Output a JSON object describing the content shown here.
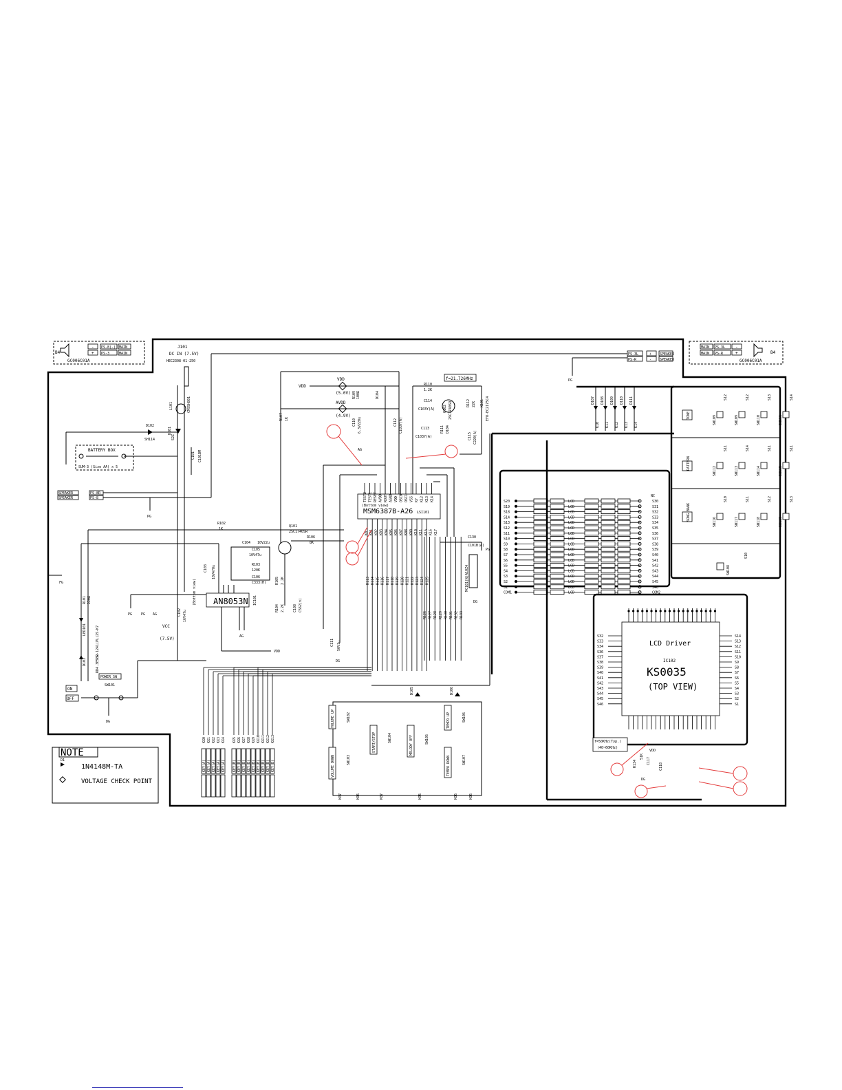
{
  "speakers": {
    "left": {
      "ref": "B4",
      "part": "GC006C01A",
      "terminals": [
        "-",
        "+"
      ],
      "wires": [
        "PS-8(-)",
        "PS-3"
      ],
      "tags": [
        "MAIN",
        "MAIN"
      ]
    },
    "right": {
      "ref": "B4",
      "part": "GC006C01A",
      "terminals": [
        "-",
        "+"
      ],
      "wires": [
        "PS-3L",
        "PS-R"
      ],
      "tags": [
        "MAIN",
        "MAIN"
      ]
    }
  },
  "power": {
    "jack_ref": "J101",
    "jack_label": "DC IN (7.5V)",
    "jack_part": "HEC2308-01-250",
    "coil_ref": "L101",
    "coil_part": "CMS5H801",
    "d101": "D101",
    "d101_part": "S2Z",
    "d102": "D102",
    "d102_part": "SH114",
    "battery_box": "BATTERY BOX",
    "battery_spec": "SUM-3 (Size AA) x 5",
    "c101": "C101",
    "c101_val": "C101BM",
    "speaker_tag_a": "SPEAKER",
    "speaker_tag_b": "SPEAKER",
    "ps_a": "PS-8R",
    "ps_b": "PS-8",
    "pg": "PG",
    "fg": "FG",
    "switch_ref": "SW101",
    "power_label": "POWER SW",
    "on_label": "ON",
    "off_label": "OFF",
    "dg": "DG",
    "led_ref": "LED101",
    "led_part": "SLR-1241(PL)2S-K7",
    "r101": "R101",
    "r101_val": "220Ω",
    "d103": "D103",
    "d103_part": "RD4.3ESB2",
    "c102": "C102",
    "c102_val": "16V47u",
    "vcc": "VCC",
    "vcc_val": "(7.5V)"
  },
  "amp": {
    "ic_ref": "IC101",
    "ic_name": "AN8053N",
    "bottom_view": "(Bottom view)",
    "r102": "R102",
    "r102_val": "1K",
    "c103": "C103",
    "c103_val": "10V470u",
    "c104": "C104",
    "c104_val": "10V22u",
    "c105": "C105",
    "c105_val": "10V47u",
    "r103": "R103",
    "r103_val": "120K",
    "c106": "C106",
    "c106_val": "C333(H)",
    "ag": "AG",
    "pg": "PG",
    "vdd": "VDD"
  },
  "transistor_stage": {
    "q101": "Q101",
    "q101_part": "2SC1740SR",
    "r105": "R105",
    "r105_val": "2.2K",
    "r106": "R106",
    "r106_val": "8K",
    "r104": "R104",
    "r104_val": "2.2K",
    "c108": "C108",
    "c108_val": "C562(n)",
    "r107": "R107",
    "r107_val": "1K",
    "ag": "AG"
  },
  "mcu": {
    "ic_ref": "LSI101",
    "ic_name": "MSM6387B-A26",
    "bottom_view": "(Bottom view)",
    "vdd_label": "VDD",
    "vdd_val": "(5.0V)",
    "avdd_label": "AVDD",
    "avdd_val": "(4.9V)",
    "r109": "R109",
    "r109_val": "100Ω",
    "d104": "D104",
    "c110": "C110",
    "c110_val": "6.3V220u",
    "c112": "C112",
    "c112_val": "C103Y(A)",
    "r110": "R110",
    "r110_val": "1.2K",
    "c114": "C114",
    "c114_val": "C103Y(A)",
    "q102": "Q102",
    "q102_part": "2SC1740SQ",
    "crystal": "f=21.726MHz",
    "x101": "X101",
    "x101_part": "EFO-EC2175C4",
    "r112": "R112",
    "r112_val": "22K",
    "c113": "C113",
    "c113_val": "C103Y(A)",
    "r111": "R111",
    "d104b": "D104",
    "c115": "C115",
    "c115_val": "C220(A)",
    "c111": "C111",
    "c111_val": "50V1u",
    "c130": "C130",
    "c130_val": "C101B(A)",
    "array_ref": "MC101",
    "array_part": "MC101(N)A10Z4",
    "vdd": "VDD",
    "ag": "AG",
    "dg": "DG",
    "pg": "PG",
    "top_pins": [
      "TEST2",
      "TEST1",
      "RESET",
      "AVDD",
      "ROUT",
      "AGND",
      "VDD",
      "OSC0",
      "OSC1",
      "VSS",
      "K7",
      "K12",
      "K13",
      "K14"
    ],
    "bottom_pins": [
      "K0",
      "K01",
      "K02",
      "K03",
      "K04",
      "K05",
      "K06",
      "K07",
      "K08",
      "K09",
      "K10",
      "K11",
      "K15",
      "K16",
      "K17"
    ],
    "resistor_row1": [
      "R113",
      "R114",
      "R115",
      "R116",
      "R117",
      "R118",
      "R119",
      "R120",
      "R121",
      "R122",
      "R123",
      "R124",
      "R125"
    ],
    "resistor_row2": [
      "R126",
      "R127",
      "R128",
      "R129",
      "R130",
      "R131",
      "R132",
      "R133"
    ]
  },
  "keyboard": {
    "group_a": [
      "KX0",
      "KX1",
      "KX2",
      "KX3",
      "KX4"
    ],
    "group_b": [
      "KX5",
      "KX6",
      "KX7",
      "KX8",
      "KX9",
      "KX10",
      "KX11",
      "KX12",
      "KX13"
    ],
    "jack_labels": [
      "KEY(A)",
      "KEY(A)",
      "KEY(A)",
      "KEY(A)",
      "KEY(A)",
      "KEY(B)",
      "KEY(B)",
      "KEY(B)",
      "KEY(B)",
      "KEY(B)",
      "KEY(B)",
      "KEY(B)",
      "KEY(B)",
      "KEY(B)"
    ]
  },
  "panel_switches": {
    "volume_up": "VOLUME UP",
    "volume_down": "VOLUME DOWN",
    "start_stop": "START/STOP",
    "melody_off": "MELODY OFF",
    "tempo_up": "TEMPO UP",
    "tempo_down": "TEMPO DOWN",
    "sw102": "SW102",
    "sw103": "SW103",
    "sw104": "SW104",
    "sw105": "SW105",
    "sw106": "SW106",
    "sw107": "SW107",
    "d105": "D105",
    "d106": "D106",
    "ko_labels": [
      "K07",
      "K06",
      "K07",
      "K05",
      "K06",
      "K06"
    ]
  },
  "lcd_bus": {
    "left_labels": [
      "S20",
      "S19",
      "S18",
      "S14",
      "S13",
      "S12",
      "S11",
      "S10",
      "S9",
      "S8",
      "S7",
      "S6",
      "S5",
      "S4",
      "S3",
      "S2",
      "S1",
      "COM1"
    ],
    "left_tags": [
      "LCD",
      "LCD",
      "LCD",
      "LCD",
      "LCD",
      "LCD",
      "LCD",
      "LCD",
      "LCD",
      "LCD",
      "LCD",
      "LCD",
      "LCD",
      "LCD",
      "LCD",
      "LCD",
      "LCD",
      "LCD"
    ],
    "right_labels": [
      "S30",
      "S31",
      "S32",
      "S33",
      "S34",
      "S35",
      "S36",
      "S37",
      "S38",
      "S39",
      "S40",
      "S41",
      "S42",
      "S43",
      "S44",
      "S45",
      "S46",
      "COM2"
    ],
    "nc": "NC"
  },
  "lcd_driver": {
    "title": "LCD Driver",
    "ic_ref": "IC102",
    "ic_name": "KS0035",
    "view": "(TOP VIEW)",
    "left_pins": [
      "S32",
      "S33",
      "S34",
      "S36",
      "S37",
      "S38",
      "S39",
      "S40",
      "S41",
      "S42",
      "S43",
      "S44",
      "S45",
      "S46"
    ],
    "right_pins": [
      "S14",
      "S13",
      "S12",
      "S11",
      "S10",
      "S9",
      "S8",
      "S7",
      "S6",
      "S5",
      "S4",
      "S3",
      "S2",
      "S1"
    ],
    "osc": "f=50KHz(Typ.)",
    "osc_range": "(40~60KHz)",
    "r134": "R134",
    "r134_val": "51K",
    "c117": "C117",
    "c118": "C118",
    "vdd": "VDD",
    "dg": "DG"
  },
  "right_switches": {
    "rows": [
      {
        "label": "TONE",
        "refs": [
          "SW109",
          "SW109",
          "SW110",
          "SW111"
        ],
        "keys": [
          "S12",
          "S12",
          "S13",
          "S14"
        ]
      },
      {
        "label": "PATTERN",
        "refs": [
          "SW112",
          "SW113",
          "SW114",
          "SW115"
        ],
        "keys": [
          "S11",
          "S14",
          "S11",
          "S11"
        ]
      },
      {
        "label": "SONG BANK",
        "refs": [
          "SW116",
          "SW117",
          "SW118",
          "SW119"
        ],
        "keys": [
          "S10",
          "S11",
          "S12",
          "S13"
        ]
      }
    ],
    "extra": {
      "ref": "SW108",
      "key": "S10"
    },
    "diodes": [
      "D107",
      "D108",
      "D109",
      "D110",
      "D111"
    ],
    "k_labels": [
      "K10",
      "K11",
      "K12",
      "K13",
      "K14"
    ]
  },
  "note": {
    "title": "NOTE",
    "diode_mark": "D1",
    "diode_text": "1N4148M-TA",
    "vcp_text": "VOLTAGE CHECK POINT"
  }
}
